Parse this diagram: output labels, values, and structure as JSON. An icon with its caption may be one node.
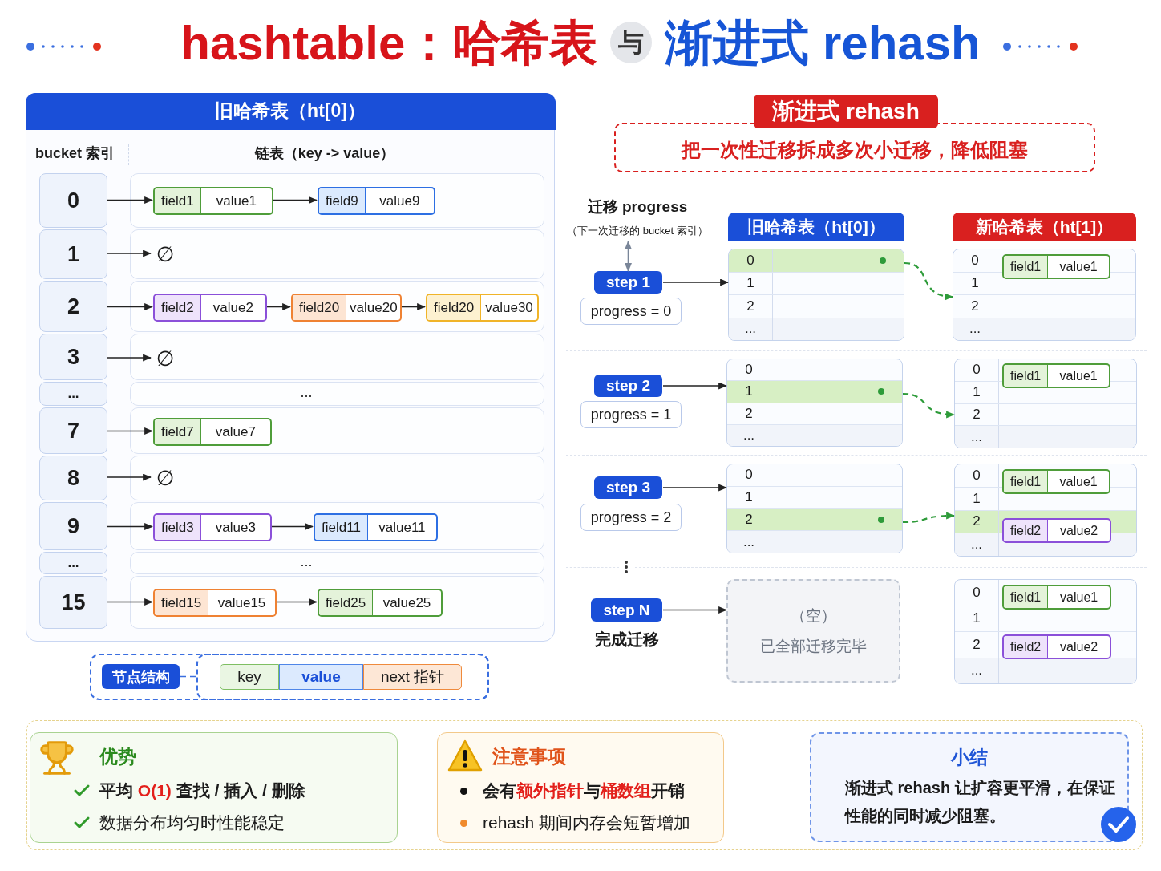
{
  "diagram": {
    "title": "hashtable：哈希表 与 渐进式 rehash",
    "nodes": [
      {
        "text": [
          "旧哈希表（ht[0]）"
        ]
      },
      {
        "text": [
          "0"
        ],
        "in": 0
      },
      {
        "text": [
          "1"
        ],
        "in": 0
      },
      {
        "text": [
          "2"
        ],
        "in": 0
      },
      {
        "text": [
          "3"
        ],
        "in": 0
      },
      {
        "text": [
          "..."
        ],
        "in": 0
      },
      {
        "text": [
          "7"
        ],
        "in": 0
      },
      {
        "text": [
          "8"
        ],
        "in": 0
      },
      {
        "text": [
          "9"
        ],
        "in": 0
      },
      {
        "text": [
          "..."
        ],
        "in": 0
      },
      {
        "text": [
          "15"
        ],
        "in": 0
      },
      {
        "text": [
          "field1",
          "value1"
        ],
        "in": 0
      },
      {
        "text": [
          "field9",
          "value9"
        ],
        "in": 0
      },
      {
        "text": [
          "∅"
        ],
        "in": 0
      },
      {
        "text": [
          "field2",
          "value2"
        ],
        "in": 0
      },
      {
        "text": [
          "field20",
          "value20"
        ],
        "in": 0
      },
      {
        "text": [
          "field20",
          "value30"
        ],
        "in": 0
      },
      {
        "text": [
          "∅"
        ],
        "in": 0
      },
      {
        "text": [
          "field7",
          "value7"
        ],
        "in": 0
      },
      {
        "text": [
          "∅"
        ],
        "in": 0
      },
      {
        "text": [
          "field3",
          "value3"
        ],
        "in": 0
      },
      {
        "text": [
          "field11",
          "value11"
        ],
        "in": 0
      },
      {
        "text": [
          "field15",
          "value15"
        ],
        "in": 0
      },
      {
        "text": [
          "field25",
          "value25"
        ],
        "in": 0
      },
      {
        "text": [
          "节点结构"
        ]
      },
      {
        "text": [
          "key",
          "value",
          "next 指针"
        ]
      },
      {
        "text": [
          "渐进式 rehash",
          "把一次性迁移拆成多次小迁移，降低阻塞"
        ]
      },
      {
        "text": [
          "迁移 progress",
          "（下一次迁移的 bucket 索引）"
        ]
      },
      {
        "text": [
          "step 1"
        ]
      },
      {
        "text": [
          "progress = 0"
        ]
      },
      {
        "text": [
          "旧哈希表（ht[0]）",
          "0",
          "1",
          "2",
          "..."
        ]
      },
      {
        "text": [
          "新哈希表（ht[1]）",
          "0",
          "1",
          "2",
          "..."
        ]
      },
      {
        "text": [
          "field1",
          "value1"
        ],
        "in": 31
      },
      {
        "text": [
          "step 2"
        ]
      },
      {
        "text": [
          "progress = 1"
        ]
      },
      {
        "text": [
          "0",
          "1",
          "2",
          "..."
        ]
      },
      {
        "text": [
          "0",
          "1",
          "2",
          "..."
        ]
      },
      {
        "text": [
          "field1",
          "value1"
        ],
        "in": 36
      },
      {
        "text": [
          "step 3"
        ]
      },
      {
        "text": [
          "progress = 2"
        ]
      },
      {
        "text": [
          "0",
          "1",
          "2",
          "..."
        ]
      },
      {
        "text": [
          "0",
          "1",
          "2",
          "..."
        ]
      },
      {
        "text": [
          "field1",
          "value1"
        ],
        "in": 41
      },
      {
        "text": [
          "field2",
          "value2"
        ],
        "in": 41
      },
      {
        "text": [
          "step N"
        ],
        "beside": [
          "完成迁移"
        ]
      },
      {
        "text": [
          "（空）",
          "已全部迁移完毕"
        ]
      },
      {
        "text": [
          "0",
          "1",
          "2",
          "..."
        ]
      },
      {
        "text": [
          "field1",
          "value1"
        ],
        "in": 46
      },
      {
        "text": [
          "field2",
          "value2"
        ],
        "in": 46
      },
      {
        "text": [
          "优势",
          "平均 **O(1)** 查找 / 插入 / 删除",
          "数据分布均匀时性能稳定"
        ]
      },
      {
        "text": [
          "注意事项",
          "会有**额外指针**与**桶数组**开销",
          "rehash 期间内存会短暂增加"
        ]
      },
      {
        "text": [
          "小结",
          "渐进式 rehash 让扩容更平滑，在保证性能的同时减少阻塞。"
        ]
      }
    ],
    "edges": [
      {
        "from": 1,
        "to": 11,
        "arrow": "to"
      },
      {
        "from": 11,
        "to": 12,
        "arrow": "to"
      },
      {
        "from": 2,
        "to": 13,
        "arrow": "to"
      },
      {
        "from": 3,
        "to": 14,
        "arrow": "to"
      },
      {
        "from": 14,
        "to": 15,
        "arrow": "to"
      },
      {
        "from": 15,
        "to": 16,
        "arrow": "to"
      },
      {
        "from": 4,
        "to": 17,
        "arrow": "to"
      },
      {
        "from": 6,
        "to": 18,
        "arrow": "to"
      },
      {
        "from": 7,
        "to": 19,
        "arrow": "to"
      },
      {
        "from": 8,
        "to": 20,
        "arrow": "to"
      },
      {
        "from": 20,
        "to": 21,
        "arrow": "to"
      },
      {
        "from": 10,
        "to": 22,
        "arrow": "to"
      },
      {
        "from": 22,
        "to": 23,
        "arrow": "to"
      },
      {
        "from": 24,
        "to": 25,
        "arrow": "none",
        "style": "dashed",
        "color": "#3b6fe0"
      },
      {
        "from": 28,
        "to": 27,
        "arrow": "both",
        "color": "#7a8699"
      },
      {
        "from": 28,
        "to": 30,
        "arrow": "to"
      },
      {
        "from": 30,
        "to": 31,
        "arrow": "to",
        "style": "dashed",
        "color": "#2e9b3a"
      },
      {
        "from": 33,
        "to": 35,
        "arrow": "to"
      },
      {
        "from": 35,
        "to": 36,
        "arrow": "to",
        "style": "dashed",
        "color": "#2e9b3a"
      },
      {
        "from": 38,
        "to": 40,
        "arrow": "to"
      },
      {
        "from": 40,
        "to": 41,
        "arrow": "to",
        "style": "dashed",
        "color": "#2e9b3a"
      },
      {
        "from": 44,
        "to": 45,
        "arrow": "to"
      }
    ],
    "labels": [
      "bucket 索引",
      "链表（key -> value）",
      "...",
      "..."
    ]
  }
}
